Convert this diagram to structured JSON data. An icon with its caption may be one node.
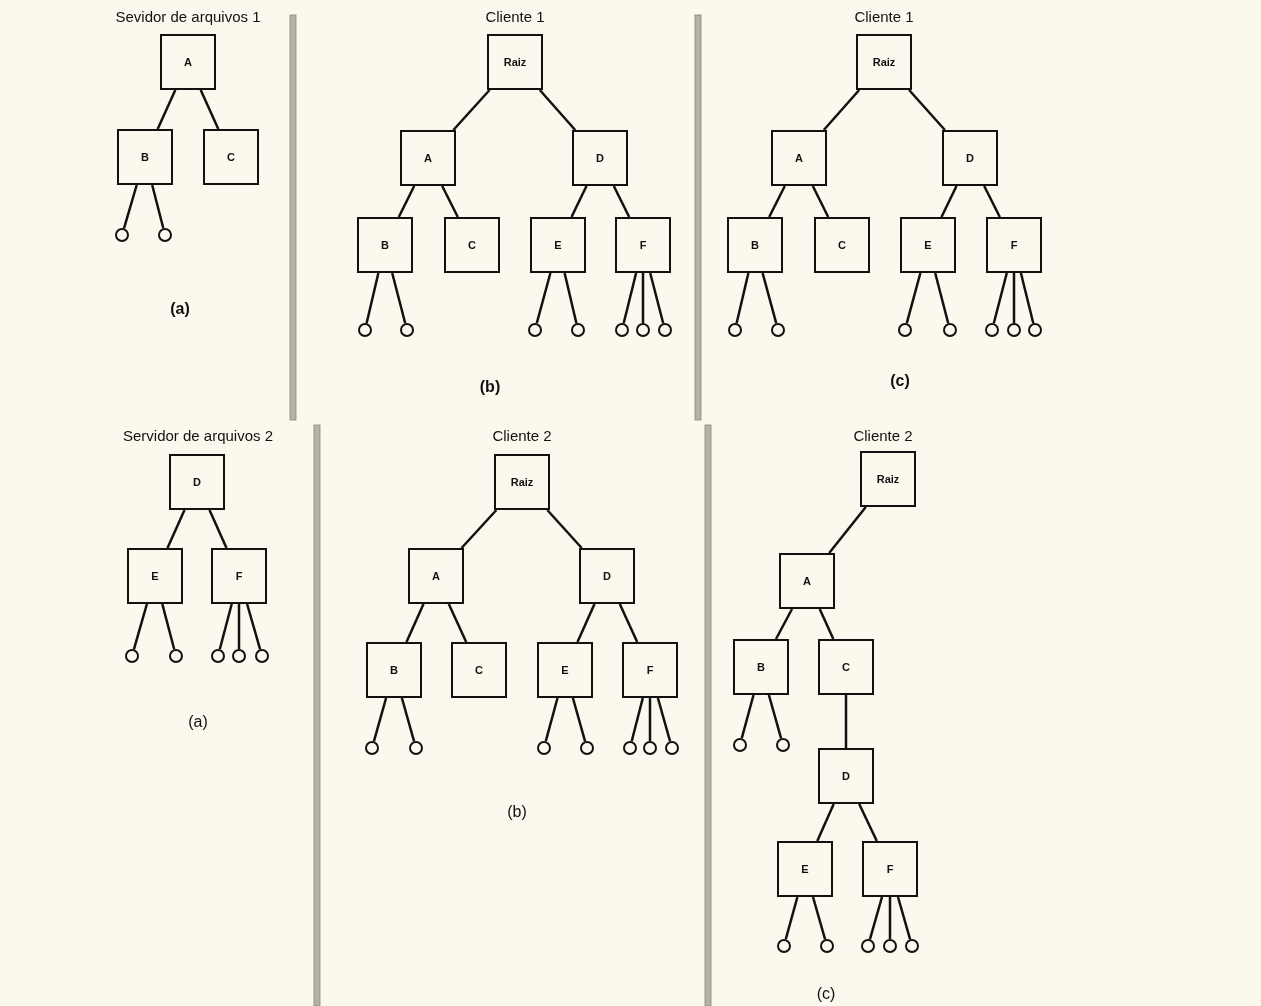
{
  "diagram": {
    "nodes": [
      {
        "text": [
          "A"
        ]
      },
      {
        "text": [
          "B"
        ]
      },
      {
        "text": [
          "C"
        ]
      },
      {
        "text": [],
        "shape": "circle"
      },
      {
        "text": [],
        "shape": "circle"
      },
      {
        "text": [
          "Raiz"
        ]
      },
      {
        "text": [
          "A"
        ]
      },
      {
        "text": [
          "D"
        ]
      },
      {
        "text": [
          "B"
        ]
      },
      {
        "text": [
          "C"
        ]
      },
      {
        "text": [
          "E"
        ]
      },
      {
        "text": [
          "F"
        ]
      },
      {
        "text": [],
        "shape": "circle"
      },
      {
        "text": [],
        "shape": "circle"
      },
      {
        "text": [],
        "shape": "circle"
      },
      {
        "text": [],
        "shape": "circle"
      },
      {
        "text": [],
        "shape": "circle"
      },
      {
        "text": [],
        "shape": "circle"
      },
      {
        "text": [],
        "shape": "circle"
      },
      {
        "text": [
          "Raiz"
        ]
      },
      {
        "text": [
          "A"
        ]
      },
      {
        "text": [
          "D"
        ]
      },
      {
        "text": [
          "B"
        ]
      },
      {
        "text": [
          "C"
        ]
      },
      {
        "text": [
          "E"
        ]
      },
      {
        "text": [
          "F"
        ]
      },
      {
        "text": [],
        "shape": "circle"
      },
      {
        "text": [],
        "shape": "circle"
      },
      {
        "text": [],
        "shape": "circle"
      },
      {
        "text": [],
        "shape": "circle"
      },
      {
        "text": [],
        "shape": "circle"
      },
      {
        "text": [],
        "shape": "circle"
      },
      {
        "text": [],
        "shape": "circle"
      },
      {
        "text": [
          "D"
        ]
      },
      {
        "text": [
          "E"
        ]
      },
      {
        "text": [
          "F"
        ]
      },
      {
        "text": [],
        "shape": "circle"
      },
      {
        "text": [],
        "shape": "circle"
      },
      {
        "text": [],
        "shape": "circle"
      },
      {
        "text": [],
        "shape": "circle"
      },
      {
        "text": [],
        "shape": "circle"
      },
      {
        "text": [
          "Raiz"
        ]
      },
      {
        "text": [
          "A"
        ]
      },
      {
        "text": [
          "D"
        ]
      },
      {
        "text": [
          "B"
        ]
      },
      {
        "text": [
          "C"
        ]
      },
      {
        "text": [
          "E"
        ]
      },
      {
        "text": [
          "F"
        ]
      },
      {
        "text": [],
        "shape": "circle"
      },
      {
        "text": [],
        "shape": "circle"
      },
      {
        "text": [],
        "shape": "circle"
      },
      {
        "text": [],
        "shape": "circle"
      },
      {
        "text": [],
        "shape": "circle"
      },
      {
        "text": [],
        "shape": "circle"
      },
      {
        "text": [],
        "shape": "circle"
      },
      {
        "text": [
          "Raiz"
        ]
      },
      {
        "text": [
          "A"
        ]
      },
      {
        "text": [
          "B"
        ]
      },
      {
        "text": [
          "C"
        ]
      },
      {
        "text": [
          "D"
        ]
      },
      {
        "text": [
          "E"
        ]
      },
      {
        "text": [
          "F"
        ]
      },
      {
        "text": [],
        "shape": "circle"
      },
      {
        "text": [],
        "shape": "circle"
      },
      {
        "text": [],
        "shape": "circle"
      },
      {
        "text": [],
        "shape": "circle"
      },
      {
        "text": [],
        "shape": "circle"
      },
      {
        "text": [],
        "shape": "circle"
      },
      {
        "text": [],
        "shape": "circle"
      }
    ],
    "edges": [
      {
        "from": 0,
        "to": 1,
        "arrow": "none"
      },
      {
        "from": 0,
        "to": 2,
        "arrow": "none"
      },
      {
        "from": 1,
        "to": 3,
        "arrow": "none"
      },
      {
        "from": 1,
        "to": 4,
        "arrow": "none"
      },
      {
        "from": 5,
        "to": 6,
        "arrow": "none"
      },
      {
        "from": 5,
        "to": 7,
        "arrow": "none"
      },
      {
        "from": 6,
        "to": 8,
        "arrow": "none"
      },
      {
        "from": 6,
        "to": 9,
        "arrow": "none"
      },
      {
        "from": 7,
        "to": 10,
        "arrow": "none"
      },
      {
        "from": 7,
        "to": 11,
        "arrow": "none"
      },
      {
        "from": 8,
        "to": 12,
        "arrow": "none"
      },
      {
        "from": 8,
        "to": 13,
        "arrow": "none"
      },
      {
        "from": 10,
        "to": 14,
        "arrow": "none"
      },
      {
        "from": 10,
        "to": 15,
        "arrow": "none"
      },
      {
        "from": 11,
        "to": 16,
        "arrow": "none"
      },
      {
        "from": 11,
        "to": 17,
        "arrow": "none"
      },
      {
        "from": 11,
        "to": 18,
        "arrow": "none"
      },
      {
        "from": 19,
        "to": 20,
        "arrow": "none"
      },
      {
        "from": 19,
        "to": 21,
        "arrow": "none"
      },
      {
        "from": 20,
        "to": 22,
        "arrow": "none"
      },
      {
        "from": 20,
        "to": 23,
        "arrow": "none"
      },
      {
        "from": 21,
        "to": 24,
        "arrow": "none"
      },
      {
        "from": 21,
        "to": 25,
        "arrow": "none"
      },
      {
        "from": 22,
        "to": 26,
        "arrow": "none"
      },
      {
        "from": 22,
        "to": 27,
        "arrow": "none"
      },
      {
        "from": 24,
        "to": 28,
        "arrow": "none"
      },
      {
        "from": 24,
        "to": 29,
        "arrow": "none"
      },
      {
        "from": 25,
        "to": 30,
        "arrow": "none"
      },
      {
        "from": 25,
        "to": 31,
        "arrow": "none"
      },
      {
        "from": 25,
        "to": 32,
        "arrow": "none"
      },
      {
        "from": 33,
        "to": 34,
        "arrow": "none"
      },
      {
        "from": 33,
        "to": 35,
        "arrow": "none"
      },
      {
        "from": 34,
        "to": 36,
        "arrow": "none"
      },
      {
        "from": 34,
        "to": 37,
        "arrow": "none"
      },
      {
        "from": 35,
        "to": 38,
        "arrow": "none"
      },
      {
        "from": 35,
        "to": 39,
        "arrow": "none"
      },
      {
        "from": 35,
        "to": 40,
        "arrow": "none"
      },
      {
        "from": 41,
        "to": 42,
        "arrow": "none"
      },
      {
        "from": 41,
        "to": 43,
        "arrow": "none"
      },
      {
        "from": 42,
        "to": 44,
        "arrow": "none"
      },
      {
        "from": 42,
        "to": 45,
        "arrow": "none"
      },
      {
        "from": 43,
        "to": 46,
        "arrow": "none"
      },
      {
        "from": 43,
        "to": 47,
        "arrow": "none"
      },
      {
        "from": 44,
        "to": 48,
        "arrow": "none"
      },
      {
        "from": 44,
        "to": 49,
        "arrow": "none"
      },
      {
        "from": 46,
        "to": 50,
        "arrow": "none"
      },
      {
        "from": 46,
        "to": 51,
        "arrow": "none"
      },
      {
        "from": 47,
        "to": 52,
        "arrow": "none"
      },
      {
        "from": 47,
        "to": 53,
        "arrow": "none"
      },
      {
        "from": 47,
        "to": 54,
        "arrow": "none"
      },
      {
        "from": 55,
        "to": 56,
        "arrow": "none"
      },
      {
        "from": 56,
        "to": 57,
        "arrow": "none"
      },
      {
        "from": 56,
        "to": 58,
        "arrow": "none"
      },
      {
        "from": 58,
        "to": 59,
        "arrow": "none"
      },
      {
        "from": 59,
        "to": 60,
        "arrow": "none"
      },
      {
        "from": 59,
        "to": 61,
        "arrow": "none"
      },
      {
        "from": 57,
        "to": 62,
        "arrow": "none"
      },
      {
        "from": 57,
        "to": 63,
        "arrow": "none"
      },
      {
        "from": 60,
        "to": 64,
        "arrow": "none"
      },
      {
        "from": 60,
        "to": 65,
        "arrow": "none"
      },
      {
        "from": 61,
        "to": 66,
        "arrow": "none"
      },
      {
        "from": 61,
        "to": 67,
        "arrow": "none"
      },
      {
        "from": 61,
        "to": 68,
        "arrow": "none"
      }
    ],
    "labels": [
      "Sevidor de arquivos 1",
      "(a)",
      "Cliente 1",
      "(b)",
      "Cliente 1",
      "(c)",
      "Servidor de arquivos 2",
      "(a)",
      "Cliente 2",
      "(b)",
      "Cliente 2",
      "(c)"
    ]
  }
}
